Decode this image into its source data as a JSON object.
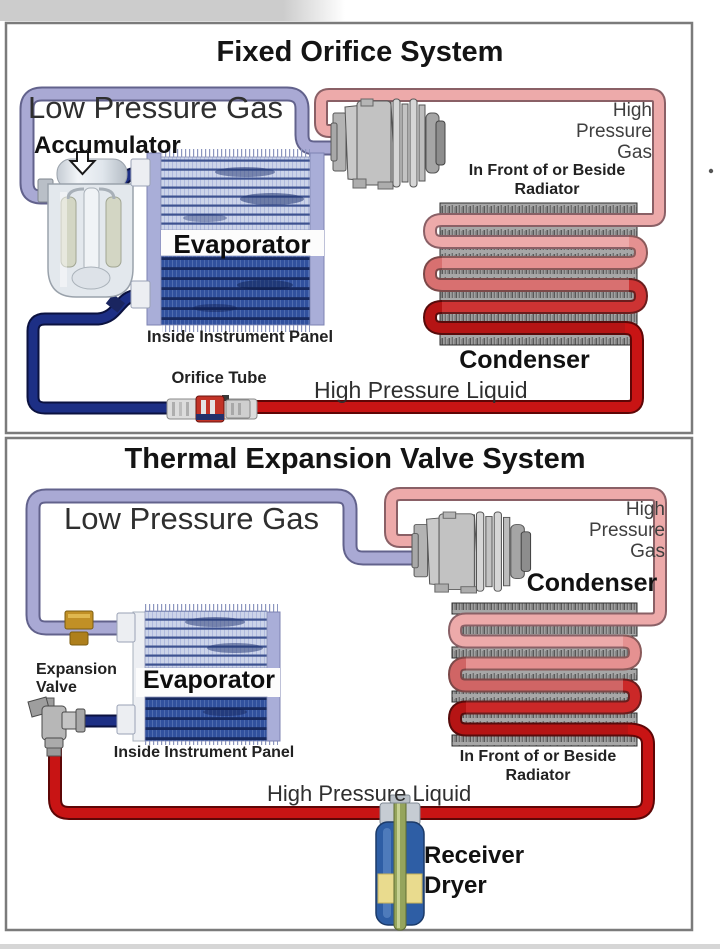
{
  "colors": {
    "low_pressure_pipe": "#a9a9d4",
    "high_pressure_gas_pipe": "#edaaaa",
    "high_pressure_liquid_pipe": "#c81414",
    "low_pressure_liquid_pipe": "#1d2f85",
    "condenser_fin_gray": "#a7a7a7",
    "panel_border": "#7b7b7b"
  },
  "panel1": {
    "title": "Fixed Orifice System",
    "labels": {
      "low_pressure_gas": "Low Pressure Gas",
      "accumulator": "Accumulator",
      "high_pressure_gas": "High\nPressure\nGas",
      "radiator_note": "In Front of or Beside\nRadiator",
      "evaporator": "Evaporator",
      "inside_instrument_panel": "Inside Instrument Panel",
      "orifice_tube": "Orifice Tube",
      "high_pressure_liquid": "High Pressure Liquid",
      "condenser": "Condenser"
    }
  },
  "panel2": {
    "title": "Thermal Expansion Valve System",
    "labels": {
      "low_pressure_gas": "Low Pressure Gas",
      "high_pressure_gas": "High\nPressure\nGas",
      "condenser": "Condenser",
      "expansion_valve": "Expansion\nValve",
      "evaporator": "Evaporator",
      "inside_instrument_panel": "Inside Instrument Panel",
      "radiator_note": "In Front of or Beside\nRadiator",
      "high_pressure_liquid": "High Pressure Liquid",
      "receiver_dryer": "Receiver\nDryer"
    }
  }
}
